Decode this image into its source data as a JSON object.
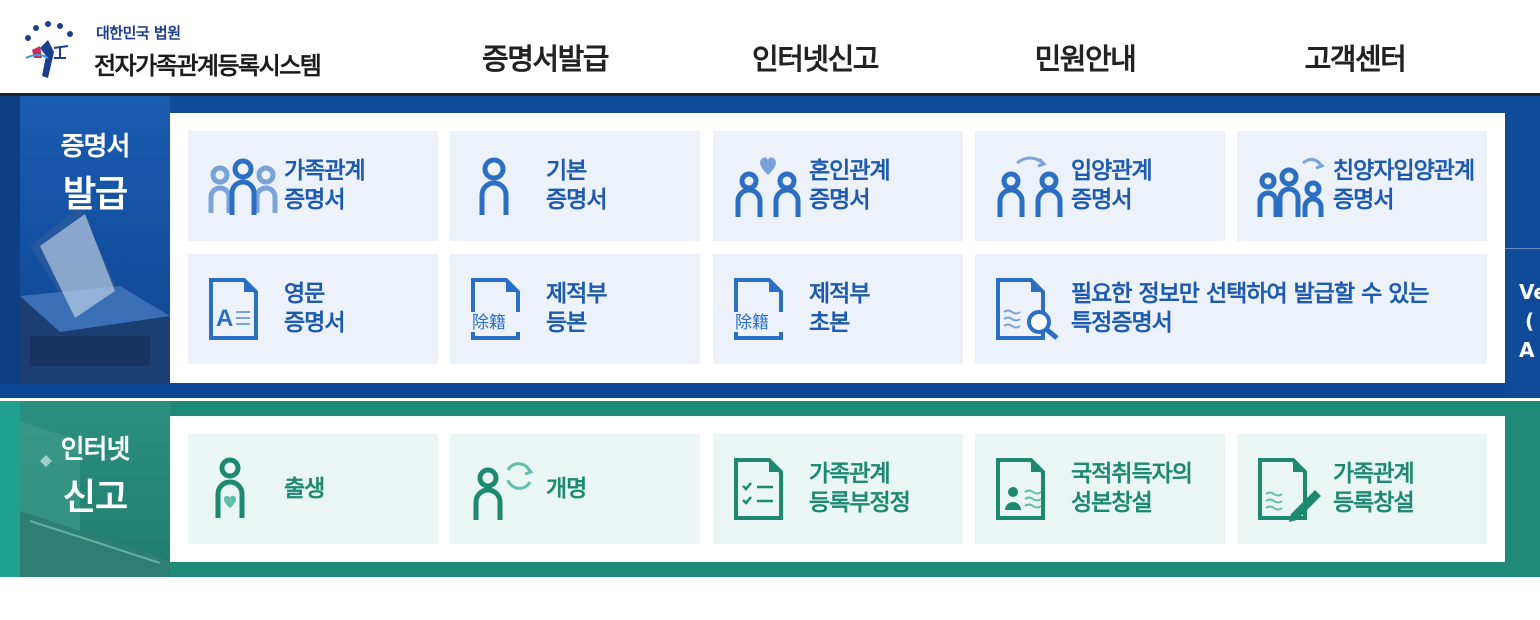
{
  "header": {
    "logo_small": "대한민국 법원",
    "logo_title": "전자가족관계등록시스템",
    "nav": [
      "증명서발급",
      "인터넷신고",
      "민원안내",
      "고객센터"
    ]
  },
  "cert": {
    "side_line1": "증명서",
    "side_line2": "발급",
    "cards": [
      {
        "l1": "가족관계",
        "l2": "증명서",
        "icon": "family-icon"
      },
      {
        "l1": "기본",
        "l2": "증명서",
        "icon": "person-icon"
      },
      {
        "l1": "혼인관계",
        "l2": "증명서",
        "icon": "marriage-icon"
      },
      {
        "l1": "입양관계",
        "l2": "증명서",
        "icon": "adoption-icon"
      },
      {
        "l1": "친양자입양관계",
        "l2": "증명서",
        "icon": "full-adoption-icon"
      },
      {
        "l1": "영문",
        "l2": "증명서",
        "icon": "english-document-icon"
      },
      {
        "l1": "제적부",
        "l2": "등본",
        "icon": "removed-register-copy-icon",
        "glyph": "除籍"
      },
      {
        "l1": "제적부",
        "l2": "초본",
        "icon": "removed-register-extract-icon",
        "glyph": "除籍"
      },
      {
        "l1": "필요한 정보만 선택하여 발급할 수 있는",
        "l2": "특정증명서",
        "icon": "document-search-icon"
      }
    ],
    "right_text": [
      "Ve",
      "(",
      "A"
    ]
  },
  "report": {
    "side_line1": "인터넷",
    "side_line2": "신고",
    "cards": [
      {
        "l1": "출생",
        "l2": "",
        "icon": "birth-icon"
      },
      {
        "l1": "개명",
        "l2": "",
        "icon": "rename-icon"
      },
      {
        "l1": "가족관계",
        "l2": "등록부정정",
        "icon": "checklist-icon"
      },
      {
        "l1": "국적취득자의",
        "l2": "성본창설",
        "icon": "nationality-document-icon"
      },
      {
        "l1": "가족관계",
        "l2": "등록창설",
        "icon": "register-create-icon"
      }
    ]
  },
  "colors": {
    "cert_bg": "#104b98",
    "report_bg": "#1f8a77",
    "cert_text": "#1e5bb0",
    "report_text": "#1d8a6f",
    "cert_card": "#ecf1fa",
    "report_card": "#eaf6f3"
  }
}
